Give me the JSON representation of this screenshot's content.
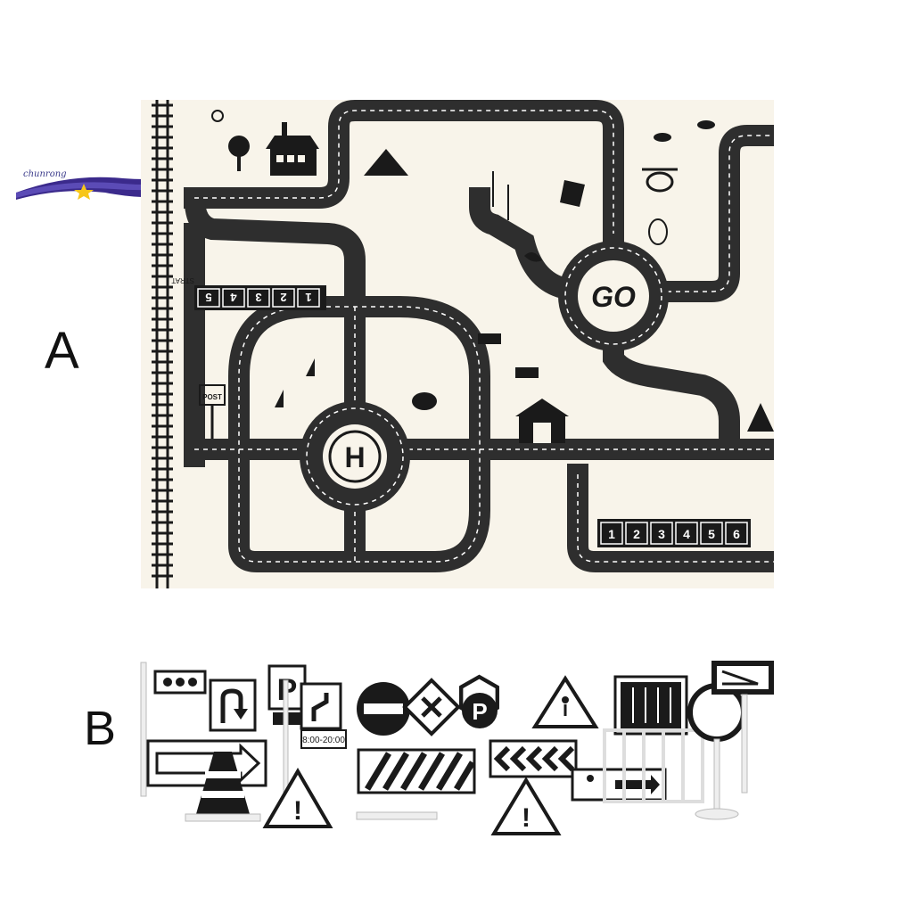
{
  "brand": {
    "name": "chunrong"
  },
  "labels": {
    "a": "A",
    "b": "B"
  },
  "mat": {
    "roundabout_label": "GO",
    "helipad_label": "H",
    "post_label": "POST",
    "start_label": "STRAT",
    "parking_left": [
      "5",
      "4",
      "3",
      "2",
      "1"
    ],
    "parking_right": [
      "1",
      "2",
      "3",
      "4",
      "5",
      "6"
    ]
  },
  "signs": {
    "time_plate": "8:00-20:00",
    "parking_letter": "P",
    "parking_circle_letter": "P"
  },
  "colors": {
    "road": "#2e2e2e",
    "mat_bg": "#f8f4ea",
    "ink": "#1a1a1a",
    "brand_band": "#3b2a8c",
    "star": "#f7c61a"
  }
}
